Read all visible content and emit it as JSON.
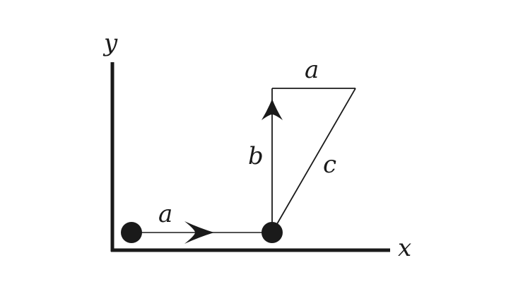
{
  "axes": {
    "x_label": "x",
    "y_label": "y"
  },
  "vectors": {
    "horizontal_label": "a",
    "vertical_label": "b",
    "diagonal_label": "c",
    "top_label": "a"
  },
  "colors": {
    "ink": "#1a1a1a",
    "background": "#ffffff"
  }
}
